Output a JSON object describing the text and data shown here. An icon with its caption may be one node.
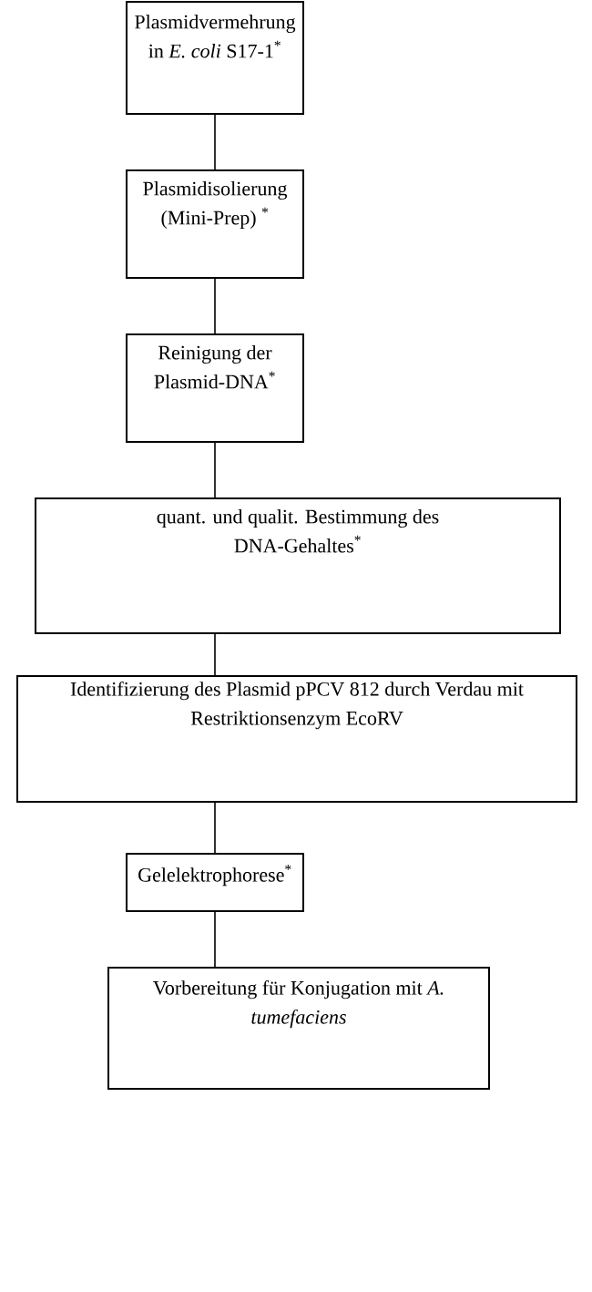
{
  "diagram": {
    "nodes": [
      {
        "text": [
          "Plasmidvermehrung in *E. coli* S17-1$^{*}$"
        ]
      },
      {
        "text": [
          "Plasmidisolierung (Mini-Prep) $^{*}$"
        ]
      },
      {
        "text": [
          "Reinigung der Plasmid-DNA$^{*}$"
        ]
      },
      {
        "text": [
          "quant. und qualit. Bestimmung des DNA-Gehaltes$^{*}$"
        ]
      },
      {
        "text": [
          "Identifizierung des Plasmid pPCV 812 durch Verdau mit Restriktionsenzym EcoRV"
        ]
      },
      {
        "text": [
          "Gelelektrophorese$^{*}$"
        ]
      },
      {
        "text": [
          "Vorbereitung für Konjugation mit *A. tumefaciens*"
        ]
      }
    ],
    "edges": [
      {
        "from": 0,
        "to": 1,
        "arrow": "none"
      },
      {
        "from": 1,
        "to": 2,
        "arrow": "none"
      },
      {
        "from": 2,
        "to": 3,
        "arrow": "none"
      },
      {
        "from": 3,
        "to": 4,
        "arrow": "none"
      },
      {
        "from": 4,
        "to": 5,
        "arrow": "none"
      },
      {
        "from": 5,
        "to": 6,
        "arrow": "none"
      }
    ]
  }
}
